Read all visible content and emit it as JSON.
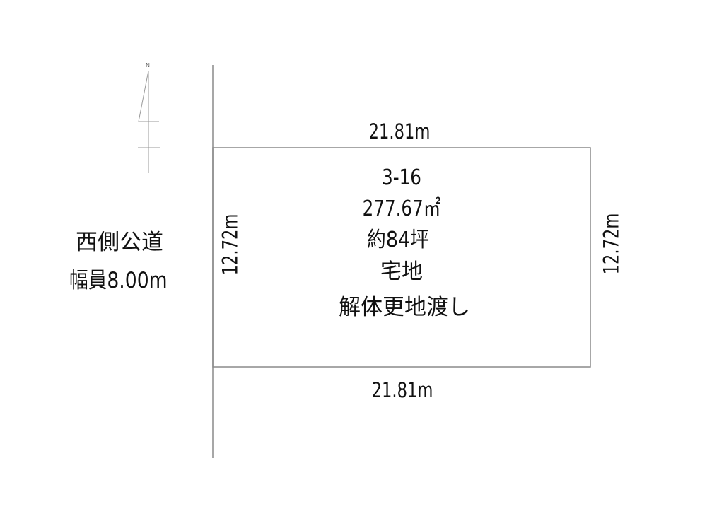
{
  "north_arrow": {
    "label": "N"
  },
  "road": {
    "name": "西側公道",
    "width_label": "幅員8.00m"
  },
  "parcel": {
    "lot_number": "3-16",
    "area_sqm": "277.67㎡",
    "area_tsubo": "約84坪",
    "land_use": "宅地",
    "condition": "解体更地渡し"
  },
  "dimensions": {
    "top": "21.81m",
    "bottom": "21.81m",
    "left": "12.72m",
    "right": "12.72m"
  },
  "colors": {
    "line": "#8a8a8a",
    "text": "#111111",
    "background": "#ffffff"
  }
}
